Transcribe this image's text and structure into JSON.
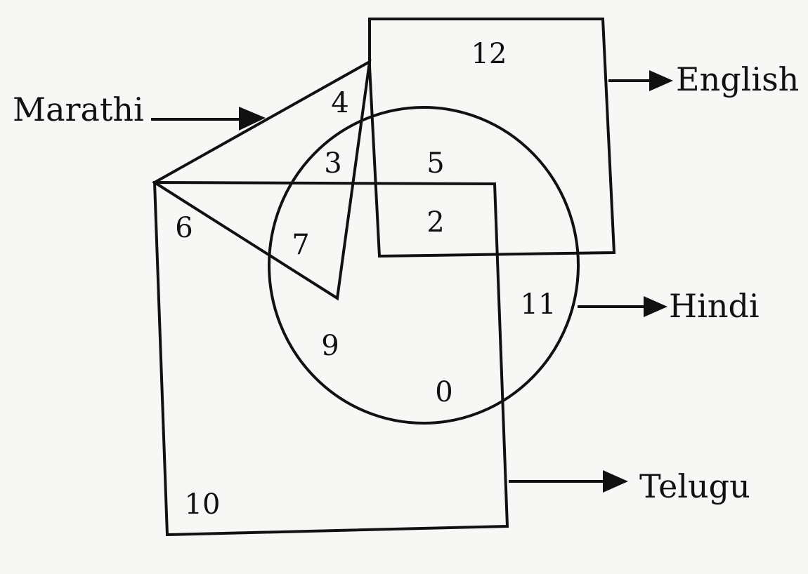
{
  "labels": {
    "marathi": "Marathi",
    "english": "English",
    "hindi": "Hindi",
    "telugu": "Telugu"
  },
  "regions": {
    "r12": "12",
    "r4": "4",
    "r3": "3",
    "r5": "5",
    "r2": "2",
    "r6": "6",
    "r7": "7",
    "r11": "11",
    "r9": "9",
    "r0": "0",
    "r10": "10"
  }
}
